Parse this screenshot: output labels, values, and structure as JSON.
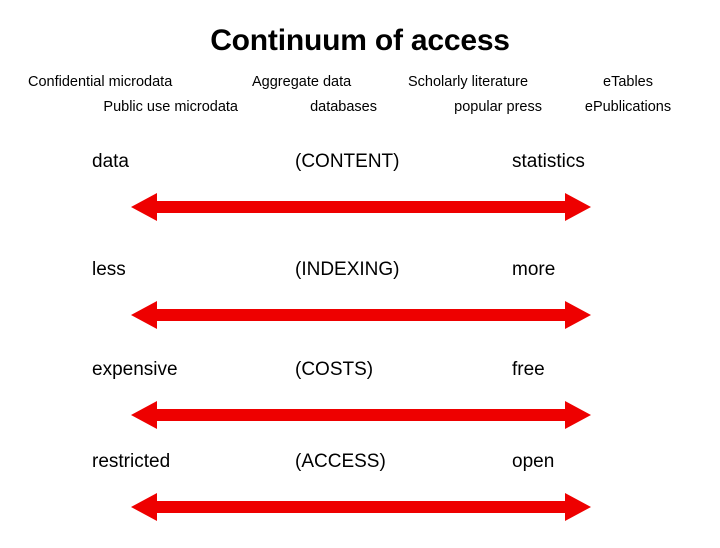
{
  "slide": {
    "title": "Continuum of access",
    "background_color": "#ffffff",
    "text_color": "#000000",
    "arrow_color": "#ee0000"
  },
  "header": {
    "columns": [
      {
        "line1": "Confidential microdata",
        "line2": "Public use microdata"
      },
      {
        "line1": "Aggregate data",
        "line2": "databases"
      },
      {
        "line1": "Scholarly literature",
        "line2": "popular press"
      },
      {
        "line1": "eTables",
        "line2": "ePublications"
      }
    ]
  },
  "continuum": {
    "rows": [
      {
        "left": "data",
        "center": "(CONTENT)",
        "right": "statistics",
        "arrow": "double-headed-arrow"
      },
      {
        "left": "less",
        "center": "(INDEXING)",
        "right": "more",
        "arrow": "double-headed-arrow"
      },
      {
        "left": "expensive",
        "center": "(COSTS)",
        "right": "free",
        "arrow": "double-headed-arrow"
      },
      {
        "left": "restricted",
        "center": "(ACCESS)",
        "right": "open",
        "arrow": "double-headed-arrow"
      }
    ]
  }
}
